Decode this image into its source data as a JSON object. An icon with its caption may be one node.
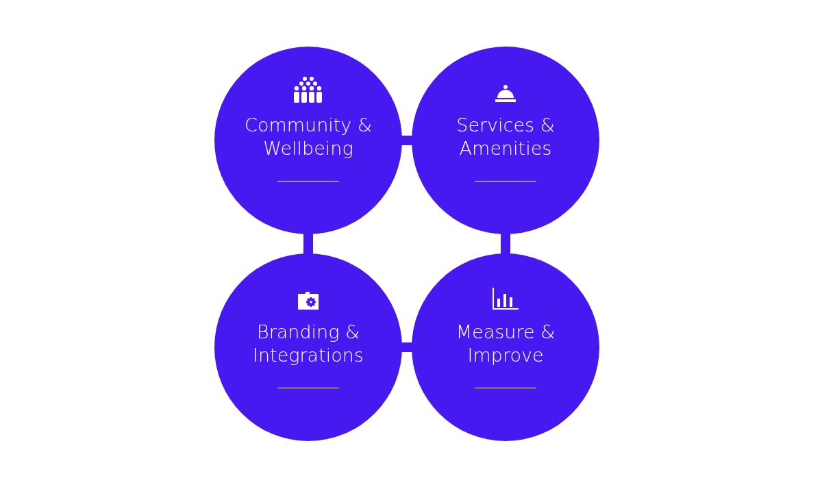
{
  "diagram": {
    "nodes": [
      {
        "text": [
          "Community & Wellbeing"
        ]
      },
      {
        "text": [
          "Services & Amenities"
        ]
      },
      {
        "text": [
          "Branding & Integrations"
        ]
      },
      {
        "text": [
          "Measure & Improve"
        ]
      }
    ],
    "edges": [
      {
        "from": 0,
        "to": 1,
        "arrow": "none"
      },
      {
        "from": 0,
        "to": 2,
        "arrow": "none"
      },
      {
        "from": 2,
        "to": 3,
        "arrow": "none"
      },
      {
        "from": 1,
        "to": 3,
        "arrow": "none"
      }
    ]
  }
}
